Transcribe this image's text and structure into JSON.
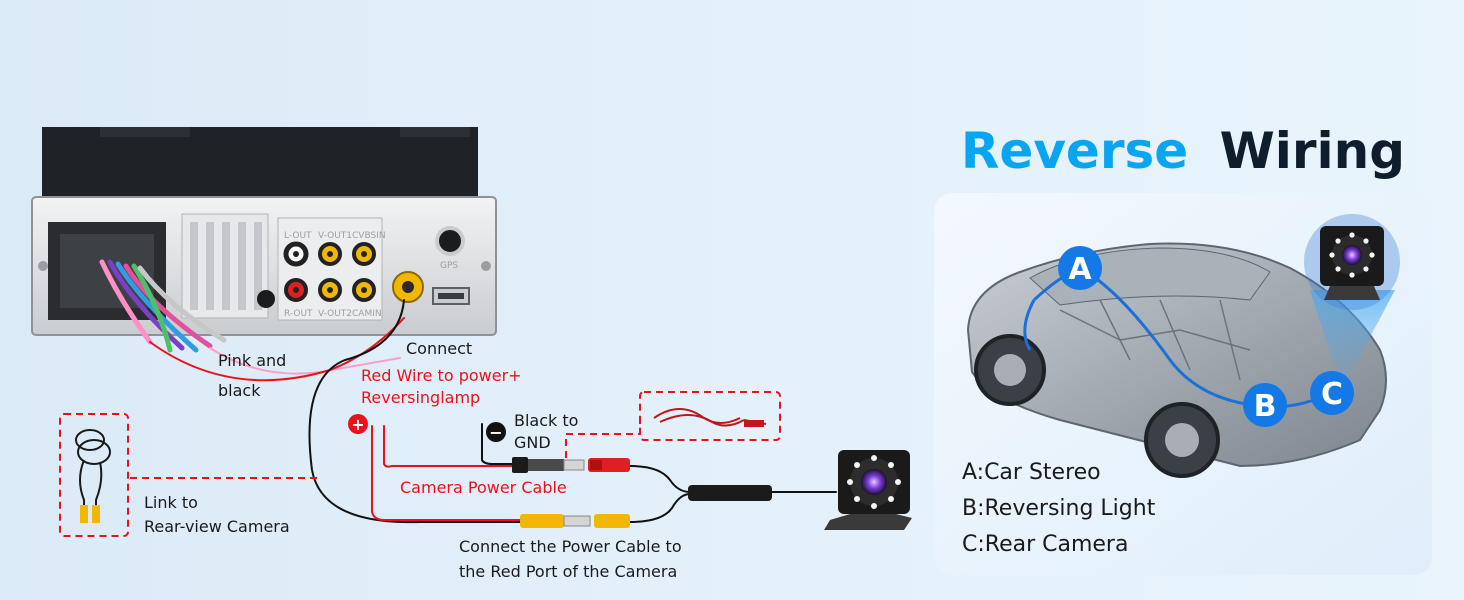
{
  "title": {
    "part1": "Reverse",
    "part2": "Wiring"
  },
  "stereo": {
    "ports": [
      "L-OUT",
      "V-OUT1",
      "CVBSIN",
      "R-OUT",
      "V-OUT2",
      "CAMIN",
      "GPS"
    ]
  },
  "labels": {
    "pink_black_line1": "Pink and",
    "pink_black_line2": "black",
    "connect": "Connect",
    "red_wire_line1": "Red Wire to power+",
    "red_wire_line2": "Reversinglamp",
    "black_gnd_line1": "Black to",
    "black_gnd_line2": "GND",
    "camera_power_cable": "Camera Power Cable",
    "link_line1": "Link to",
    "link_line2": "Rear-view Camera",
    "power_port_line1": "Connect the Power Cable to",
    "power_port_line2": "the Red Port of the Camera",
    "plus_symbol": "+",
    "minus_symbol": "−"
  },
  "badges": {
    "a": "A",
    "b": "B",
    "c": "C"
  },
  "legend": [
    "A:Car Stereo",
    "B:Reversing Light",
    "C:Rear Camera"
  ],
  "colors": {
    "red": "#e8121b",
    "blue_badge": "#1478e6",
    "title_blue": "#0aa5f0",
    "panel_bg": "#eef5fc",
    "yellow_rca": "#f2b705",
    "red_rca": "#e02020"
  },
  "icons": [
    "plus-icon",
    "minus-icon",
    "rear-camera-icon",
    "cable-coil-icon",
    "car-cutaway-icon"
  ]
}
